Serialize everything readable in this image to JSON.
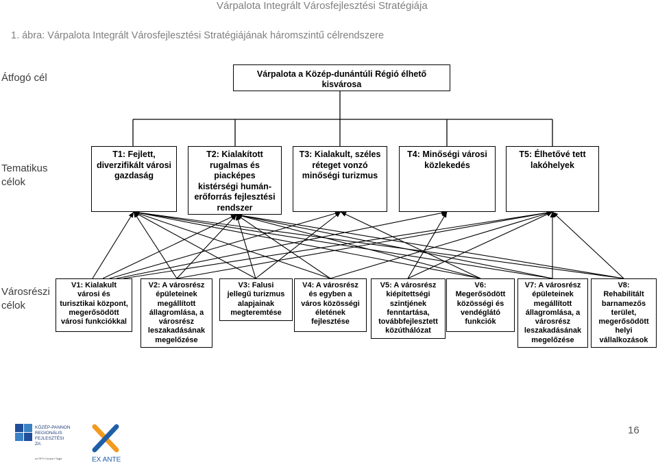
{
  "header": {
    "title": "Várpalota Integrált Városfejlesztési Stratégiája"
  },
  "caption": "1. ábra: Várpalota Integrált Városfejlesztési Stratégiájának háromszintű célrendszere",
  "levels": {
    "overall": "Átfogó cél",
    "thematic": "Tematikus\ncélok",
    "district": "Városrészi\ncélok"
  },
  "overall_goal": "Várpalota a Közép-dunántúli Régió élhető\nkisvárosa",
  "thematic_goals": [
    "T1: Fejlett,\ndiverzifikált városi\ngazdaság",
    "T2: Kialakított\nrugalmas és\npiacképes\nkistérségi humán-\nerőforrás fejlesztési\nrendszer",
    "T3: Kialakult, széles\nréteget vonzó\nminőségi turizmus",
    "T4: Minőségi városi\nközlekedés",
    "T5: Élhetővé tett\nlakóhelyek"
  ],
  "district_goals": [
    "V1: Kialakult\nvárosi és\nturisztikai központ,\nmegerősödött\nvárosi funkciókkal",
    "V2: A városrész\népületeinek\nmegállított\nállagromlása, a\nvárosrész\nleszakadásának\nmegelőzése",
    "V3: Falusi\njellegű turizmus\nalapjainak\nmegteremtése",
    "V4: A városrész\nés egyben a\nváros közösségi\néletének\nfejlesztése",
    "V5: A városrész\nkiépítettségi\nszintjének\nfenntartása,\ntovábbfejlesztett\nközúthálózat",
    "V6:\nMegerősödött\nközösségi és\nvendéglátó\nfunkciók",
    "V7: A városrész\népületeinek\nmegállított\nállagromlása, a\nvárosrész\nleszakadásának\nmegelőzése",
    "V8:\nRehabilitált\nbarnamezős\nterület,\nmegerősödött\nhelyi\nvállalkozások"
  ],
  "footer": {
    "page_number": "16",
    "logo1_lines": [
      "KÖZÉP-PANNON",
      "REGIONÁLIS",
      "FEJLESZTÉSI",
      "Zrt."
    ],
    "logo1_subtext": "az RFH Csoport Tagja",
    "logo2_text": "EX ANTE"
  }
}
